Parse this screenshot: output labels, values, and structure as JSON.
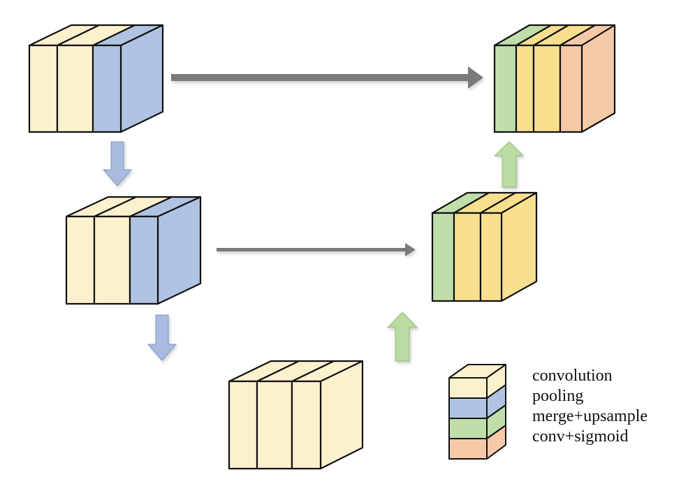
{
  "colors": {
    "convolution": "#fcf1cd",
    "pooling": "#b0c3e3",
    "merge_upsample": "#c0deaa",
    "conv_sigmoid": "#f6c9a8",
    "yellow_deep": "#f8df8e",
    "arrow_gray": "#7a7a7a",
    "arrow_blue": "#a9bce0",
    "arrow_green": "#b9dca3",
    "outline": "#111111"
  },
  "legend": {
    "items": [
      {
        "label": "convolution",
        "color": "#fcf1cd"
      },
      {
        "label": "pooling",
        "color": "#b0c3e3"
      },
      {
        "label": "merge+upsample",
        "color": "#c0deaa"
      },
      {
        "label": "conv+sigmoid",
        "color": "#f6c9a8"
      }
    ]
  }
}
